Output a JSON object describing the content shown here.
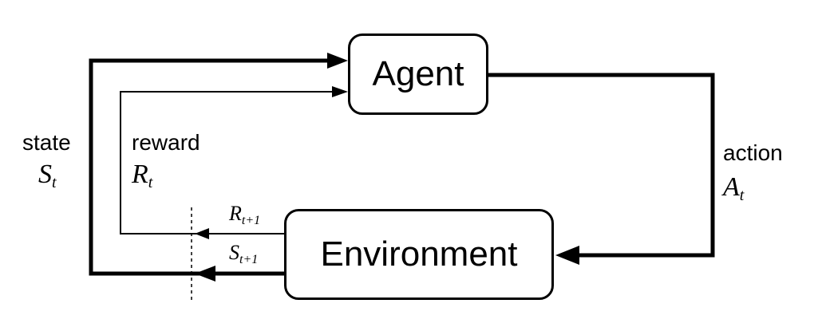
{
  "agent": {
    "label": "Agent"
  },
  "environment": {
    "label": "Environment"
  },
  "state": {
    "word": "state",
    "symbol": "S",
    "subscript": "t"
  },
  "reward": {
    "word": "reward",
    "symbol": "R",
    "subscript": "t"
  },
  "action": {
    "word": "action",
    "symbol": "A",
    "subscript": "t"
  },
  "next_reward": {
    "symbol": "R",
    "subscript": "t+1"
  },
  "next_state": {
    "symbol": "S",
    "subscript": "t+1"
  }
}
